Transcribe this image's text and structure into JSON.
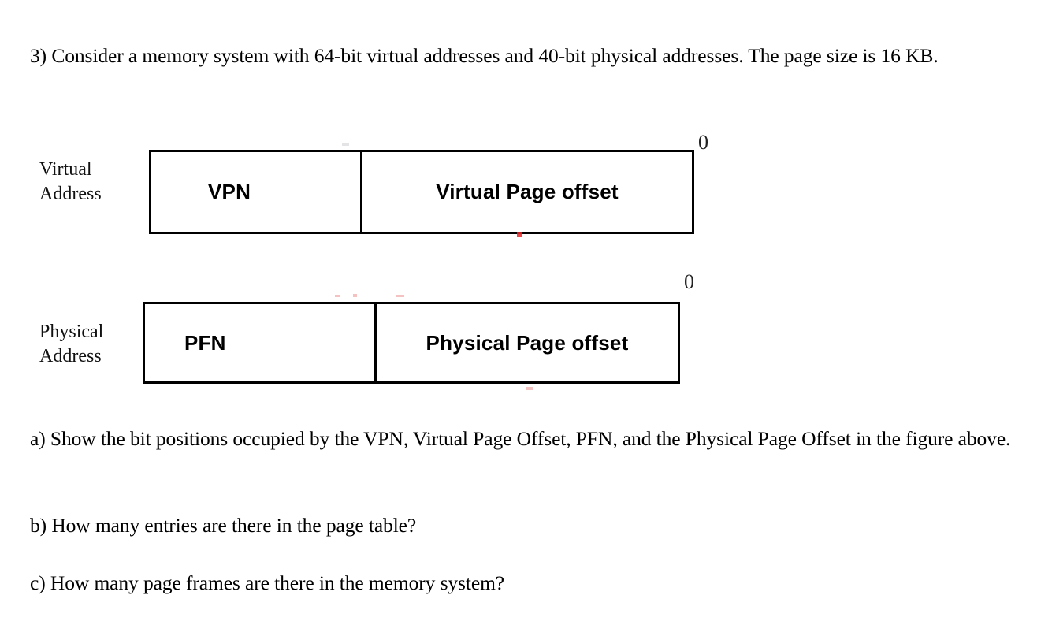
{
  "document": {
    "question_number": "3)",
    "intro": "3) Consider a memory system with 64-bit virtual addresses and 40-bit physical addresses. The page size is 16 KB.",
    "part_a": "a) Show the bit positions occupied by the VPN, Virtual Page Offset, PFN, and the Physical Page Offset in the figure above.",
    "part_b": "b) How many entries are there in the page table?",
    "part_c": "c) How many page frames are there in the memory system?"
  },
  "diagrams": {
    "virtual": {
      "label_line1": "Virtual",
      "label_line2": "Address",
      "left_field": "VPN",
      "right_field": "Virtual Page offset",
      "bit_marker_right": "0"
    },
    "physical": {
      "label_line1": "Physical",
      "label_line2": "Address",
      "left_field": "PFN",
      "right_field": "Physical Page offset",
      "bit_marker_right": "0"
    }
  },
  "colors": {
    "page_background": "#ffffff",
    "text": "#000000",
    "box_border": "#000000",
    "artifact_red": "#e62828"
  }
}
